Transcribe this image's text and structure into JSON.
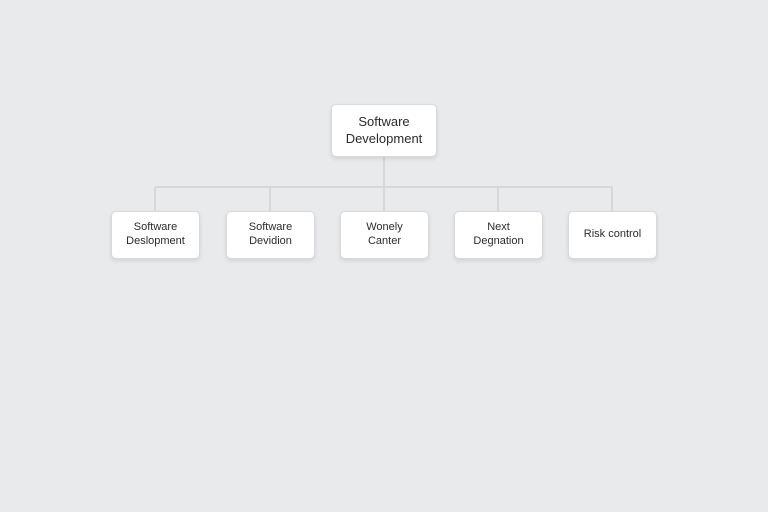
{
  "diagram": {
    "root": {
      "label": "Software\nDevelopment"
    },
    "children": [
      {
        "label": "Software\nDeslopment"
      },
      {
        "label": "Software\nDevidion"
      },
      {
        "label": "Wonely\nCanter"
      },
      {
        "label": "Next\nDegnation"
      },
      {
        "label": "Risk control"
      }
    ],
    "colors": {
      "background": "#e9eaec",
      "node_fill": "#ffffff",
      "node_border": "#d7d9dc",
      "connector": "#d0d2d5",
      "text": "#2b2b2b"
    }
  }
}
